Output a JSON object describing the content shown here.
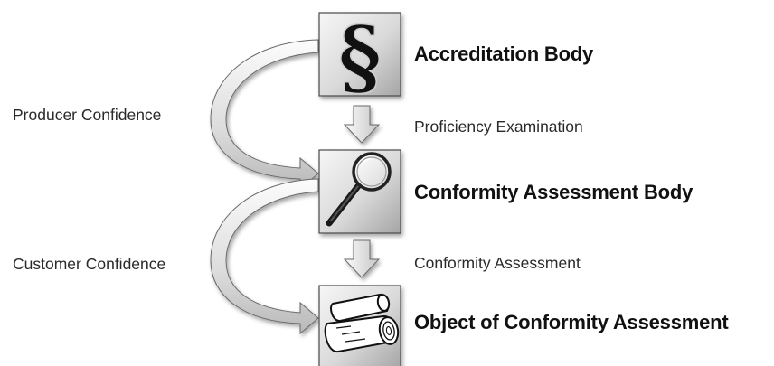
{
  "nodes": [
    {
      "title": "Accreditation Body",
      "icon": "paragraph-icon"
    },
    {
      "title": "Conformity Assessment Body",
      "icon": "magnifier-icon"
    },
    {
      "title": "Object of Conformity Assessment",
      "icon": "logs-icon"
    }
  ],
  "steps": [
    {
      "label": "Proficiency Examination"
    },
    {
      "label": "Conformity Assessment"
    }
  ],
  "confidence": [
    {
      "label": "Producer Confidence"
    },
    {
      "label": "Customer Confidence"
    }
  ],
  "colors": {
    "box_light": "#f4f4f4",
    "box_dark": "#a9a9a9",
    "arrow_light": "#fafafa",
    "arrow_dark": "#bdbdbd",
    "outline": "#555555"
  }
}
